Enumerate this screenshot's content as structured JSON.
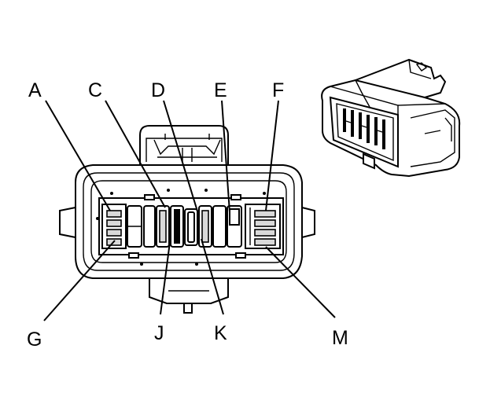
{
  "labels": {
    "a": "A",
    "c": "C",
    "d": "D",
    "e": "E",
    "f": "F",
    "g": "G",
    "j": "J",
    "k": "K",
    "m": "M"
  },
  "colors": {
    "line": "#000000",
    "background": "#ffffff",
    "shade": "#d9d9d9"
  }
}
